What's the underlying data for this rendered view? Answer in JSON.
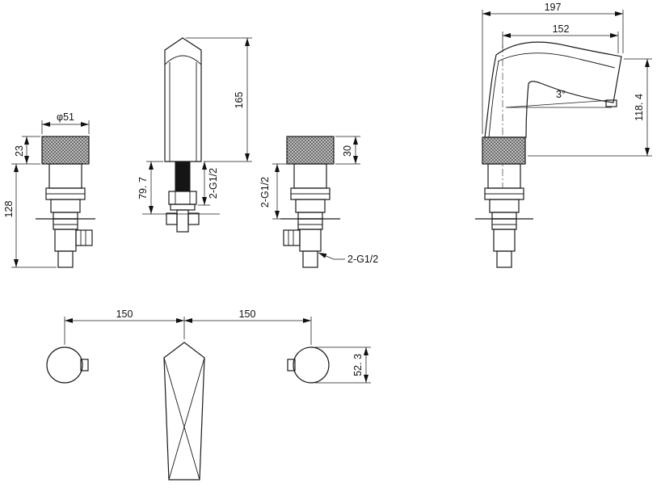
{
  "views": {
    "left_valve": {
      "dia": "φ51",
      "cap_height": "23",
      "total_height": "128"
    },
    "spout_front": {
      "height": "165",
      "shank_depth": "79. 7",
      "thread": "2-G1/2"
    },
    "right_valve": {
      "top_height": "30",
      "thread_upper": "2-G1/2",
      "thread_lower": "2-G1/2"
    },
    "spout_side": {
      "reach_total": "197",
      "reach_spout": "152",
      "angle": "3°",
      "height": "118. 4"
    },
    "plan": {
      "spacing_left": "150",
      "spacing_right": "150",
      "trim_dia": "52. 3"
    }
  },
  "colors": {
    "line": "#1a1a1a",
    "background": "#ffffff"
  }
}
